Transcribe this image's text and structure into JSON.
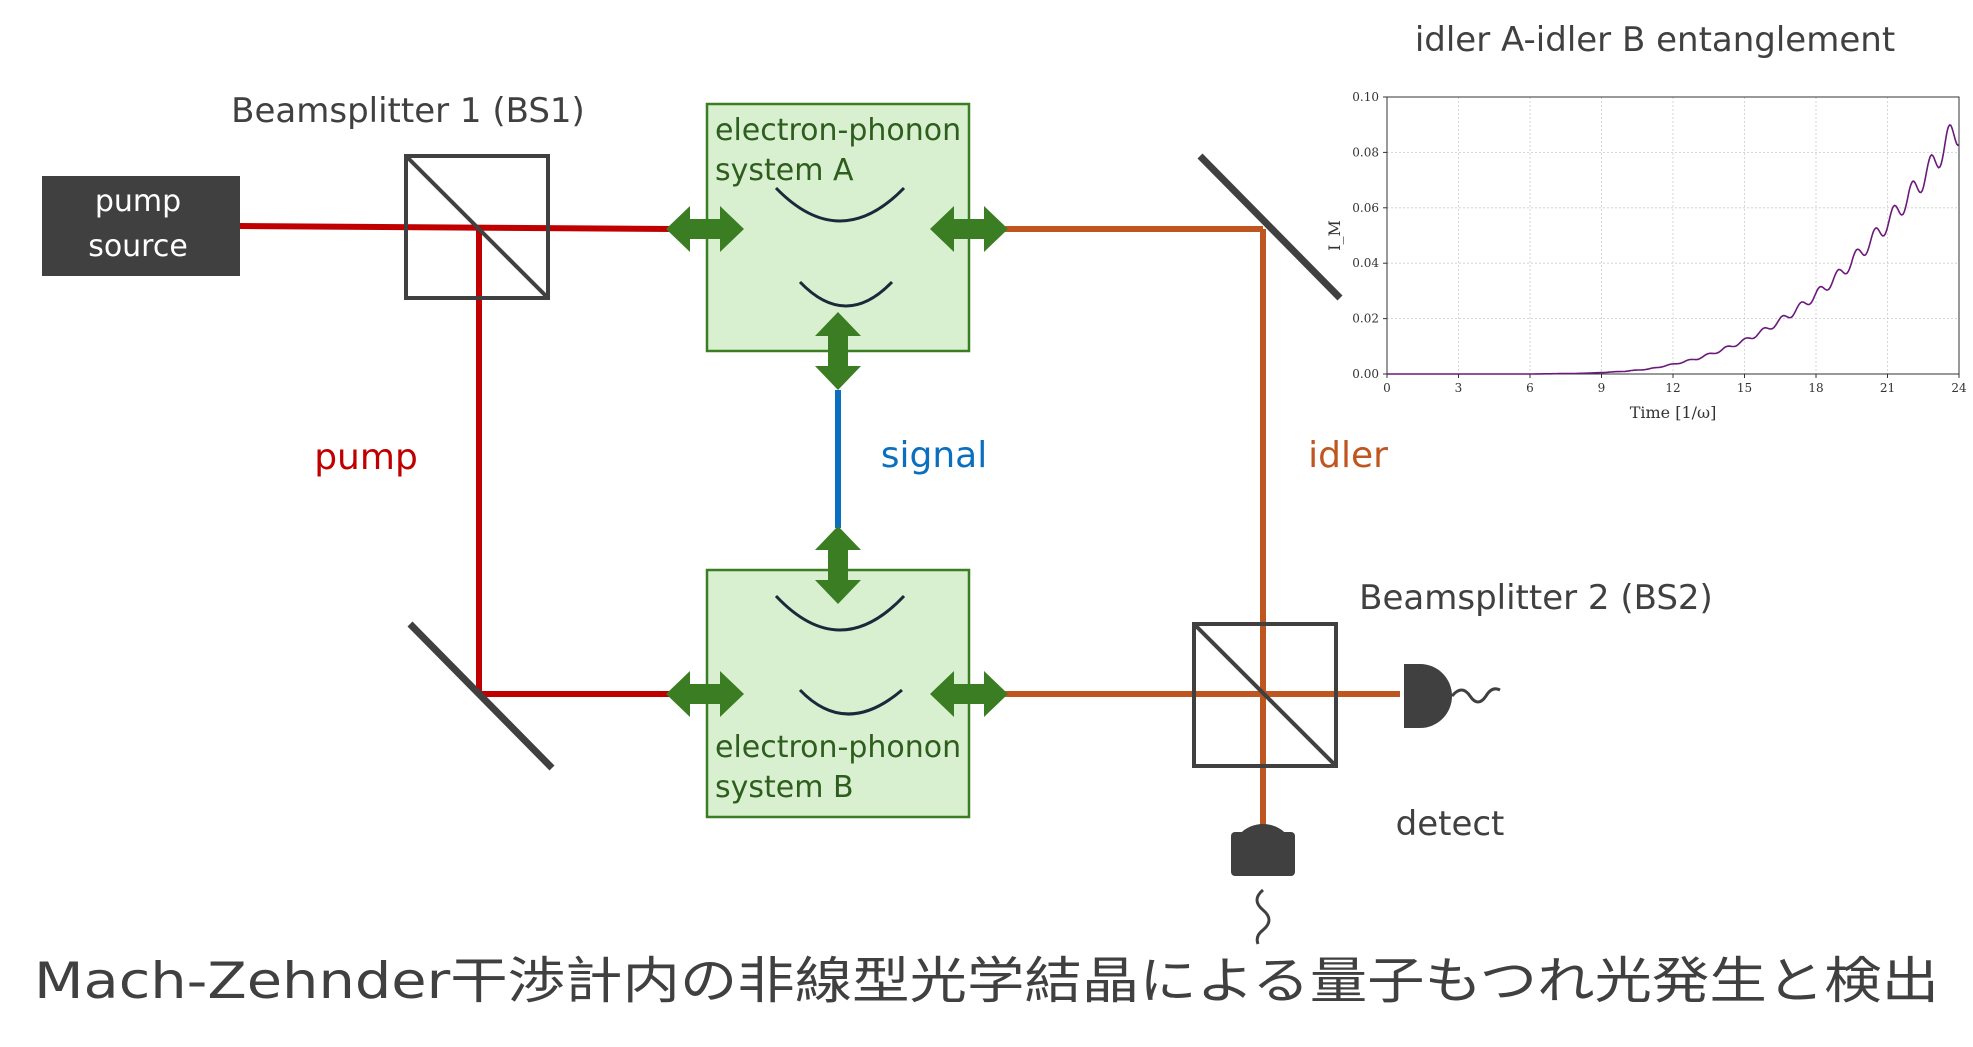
{
  "diagram": {
    "pump_source": [
      "pump",
      "source"
    ],
    "bs1_label": "Beamsplitter 1 (BS1)",
    "bs2_label": "Beamsplitter 2 (BS2)",
    "system_a": [
      "electron-phonon",
      "system A"
    ],
    "system_b": [
      "electron-phonon",
      "system B"
    ],
    "pump_label": "pump",
    "signal_label": "signal",
    "idler_label": "idler",
    "detect_label": "detect",
    "caption": "Mach-Zehnder干渉計内の非線型光学結晶による量子もつれ光発生と検出"
  },
  "colors": {
    "pump": "#c00000",
    "signal": "#0b6fbf",
    "idler": "#c0561f",
    "arrow": "#3a7d22",
    "box_fill": "#d8f0d0",
    "box_stroke": "#3a7d22",
    "component": "#404040"
  },
  "chart_data": {
    "type": "line",
    "title": "idler A-idler B entanglement",
    "xlabel": "Time [1/ω]",
    "ylabel": "I_M",
    "xlim": [
      0,
      24
    ],
    "ylim": [
      0,
      0.1
    ],
    "xticks": [
      0,
      3,
      6,
      9,
      12,
      15,
      18,
      21,
      24
    ],
    "yticks": [
      0.0,
      0.02,
      0.04,
      0.06,
      0.08,
      0.1
    ],
    "xtick_labels": [
      "0",
      "3",
      "6",
      "9",
      "12",
      "15",
      "18",
      "21",
      "24"
    ],
    "ytick_labels": [
      "0.00",
      "0.02",
      "0.04",
      "0.06",
      "0.08",
      "0.10"
    ],
    "grid": true,
    "series": [
      {
        "color": "#6a1a7a",
        "x": [
          0,
          3,
          6,
          8,
          9,
          10,
          11,
          12,
          13,
          14,
          15,
          16,
          17,
          18,
          19,
          20,
          21,
          22,
          23,
          23.5,
          24
        ],
        "y": [
          0.0,
          0.0,
          0.0,
          0.0002,
          0.0005,
          0.001,
          0.0018,
          0.0035,
          0.0055,
          0.0085,
          0.012,
          0.0165,
          0.022,
          0.0285,
          0.036,
          0.045,
          0.0545,
          0.065,
          0.0765,
          0.084,
          0.088
        ]
      }
    ]
  }
}
